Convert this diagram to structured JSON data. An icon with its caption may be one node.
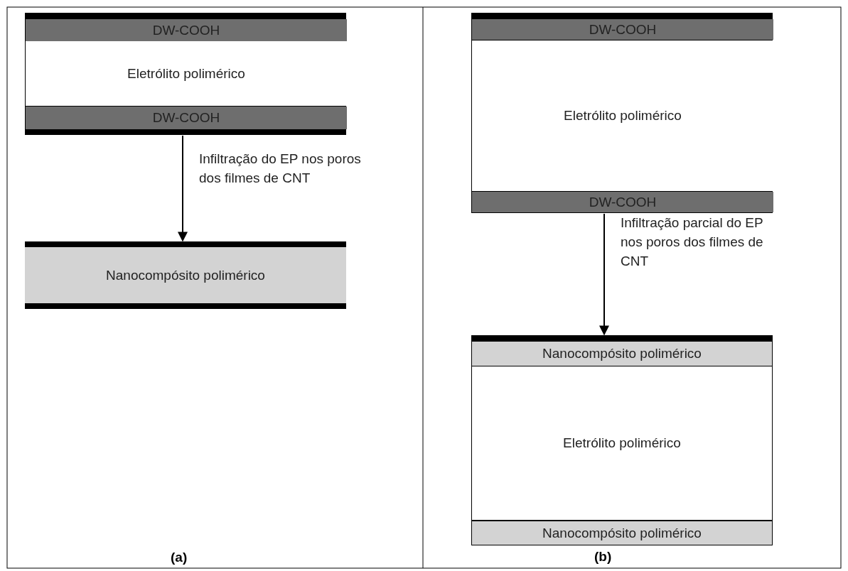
{
  "diagram": {
    "nodes": [
      {
        "text": [],
        "shape": "box"
      },
      {
        "text": [
          "DW-COOH"
        ],
        "in": 0
      },
      {
        "text": [
          "Eletrólito polimérico"
        ],
        "in": 0
      },
      {
        "text": [
          "DW-COOH"
        ],
        "in": 0
      },
      {
        "text": [
          "Nanocompósito polimérico"
        ]
      },
      {
        "text": [],
        "shape": "box"
      },
      {
        "text": [
          "DW-COOH"
        ],
        "in": 5
      },
      {
        "text": [
          "Eletrólito polimérico"
        ],
        "in": 5
      },
      {
        "text": [
          "DW-COOH"
        ],
        "in": 5
      },
      {
        "text": [],
        "shape": "box"
      },
      {
        "text": [
          "Nanocompósito polimérico"
        ],
        "in": 9
      },
      {
        "text": [
          "Eletrólito polimérico"
        ],
        "in": 9
      },
      {
        "text": [
          "Nanocompósito polimérico"
        ],
        "in": 9
      }
    ],
    "edges": [
      {
        "from": 0,
        "to": 4,
        "arrow": "to",
        "label": "Infiltração do EP nos poros dos filmes de CNT"
      },
      {
        "from": 5,
        "to": 9,
        "arrow": "to",
        "label": "Infiltração parcial do EP nos poros dos filmes de CNT"
      }
    ],
    "labels": [
      "(a)",
      "(b)"
    ]
  }
}
